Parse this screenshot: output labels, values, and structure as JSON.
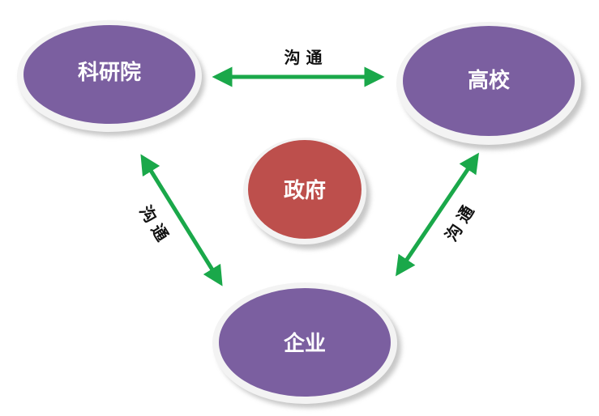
{
  "nodes": {
    "research": {
      "label": "科研院",
      "color": "#7b5fa0"
    },
    "university": {
      "label": "高校",
      "color": "#7b5fa0"
    },
    "government": {
      "label": "政府",
      "color": "#bd4f4c"
    },
    "enterprise": {
      "label": "企业",
      "color": "#7b5fa0"
    }
  },
  "edges": {
    "research_university": {
      "label": "沟 通"
    },
    "research_enterprise": {
      "label": "沟 通"
    },
    "university_enterprise": {
      "label": "沟 通"
    }
  },
  "colors": {
    "arrow": "#1aa84a",
    "node_rim": "#f3f3f3",
    "shadow": "#9a9a9a"
  }
}
